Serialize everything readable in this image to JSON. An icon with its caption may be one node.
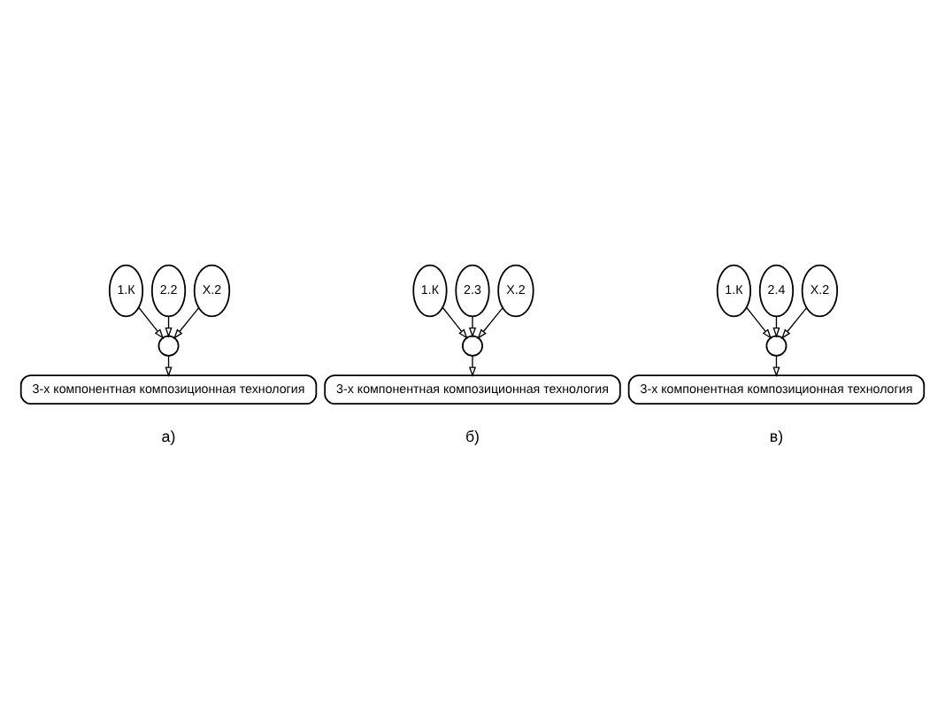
{
  "diagram": {
    "nodes": [
      {
        "text": [
          "1.К"
        ]
      },
      {
        "text": [
          "2.2"
        ]
      },
      {
        "text": [
          "Х.2"
        ]
      },
      {
        "text": [],
        "shape": "circle"
      },
      {
        "text": [
          "3-х компонентная композиционная технология"
        ]
      },
      {
        "text": [
          "1.К"
        ]
      },
      {
        "text": [
          "2.3"
        ]
      },
      {
        "text": [
          "Х.2"
        ]
      },
      {
        "text": [],
        "shape": "circle"
      },
      {
        "text": [
          "3-х компонентная композиционная технология"
        ]
      },
      {
        "text": [
          "1.К"
        ]
      },
      {
        "text": [
          "2.4"
        ]
      },
      {
        "text": [
          "Х.2"
        ]
      },
      {
        "text": [],
        "shape": "circle"
      },
      {
        "text": [
          "3-х компонентная композиционная технология"
        ]
      }
    ],
    "edges": [
      {
        "from": 0,
        "to": 3,
        "arrow": "to"
      },
      {
        "from": 1,
        "to": 3,
        "arrow": "to"
      },
      {
        "from": 2,
        "to": 3,
        "arrow": "to"
      },
      {
        "from": 3,
        "to": 4,
        "arrow": "to"
      },
      {
        "from": 5,
        "to": 8,
        "arrow": "to"
      },
      {
        "from": 6,
        "to": 8,
        "arrow": "to"
      },
      {
        "from": 7,
        "to": 8,
        "arrow": "to"
      },
      {
        "from": 8,
        "to": 9,
        "arrow": "to"
      },
      {
        "from": 10,
        "to": 13,
        "arrow": "to"
      },
      {
        "from": 11,
        "to": 13,
        "arrow": "to"
      },
      {
        "from": 12,
        "to": 13,
        "arrow": "to"
      },
      {
        "from": 13,
        "to": 14,
        "arrow": "to"
      }
    ],
    "labels": [
      "а)",
      "б)",
      "в)"
    ]
  }
}
